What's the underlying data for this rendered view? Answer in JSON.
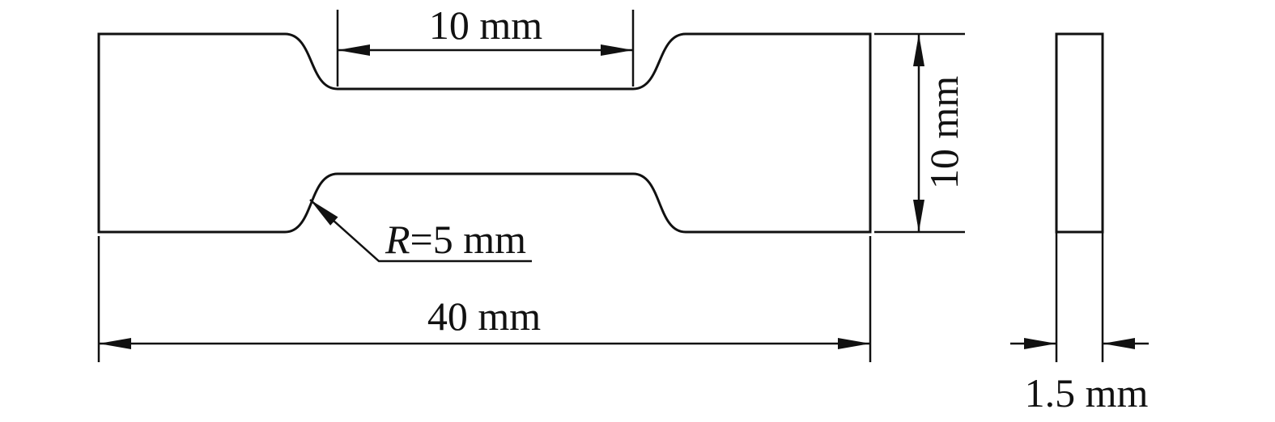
{
  "figure": {
    "description": "Engineering drawing of a dog-bone tensile test specimen: front view with gauge section and fillets, and side view showing thickness",
    "line_color": "#111111",
    "background_color": "#ffffff"
  },
  "labels": {
    "gauge_length": "10 mm",
    "specimen_width": "10 mm",
    "total_length": "40 mm",
    "fillet_radius_symbol": "R",
    "fillet_radius_value": "=5 mm",
    "thickness": "1.5 mm"
  },
  "dimensions_mm": {
    "gauge_length": 10,
    "width": 10,
    "total_length": 40,
    "fillet_radius": 5,
    "thickness": 1.5
  }
}
